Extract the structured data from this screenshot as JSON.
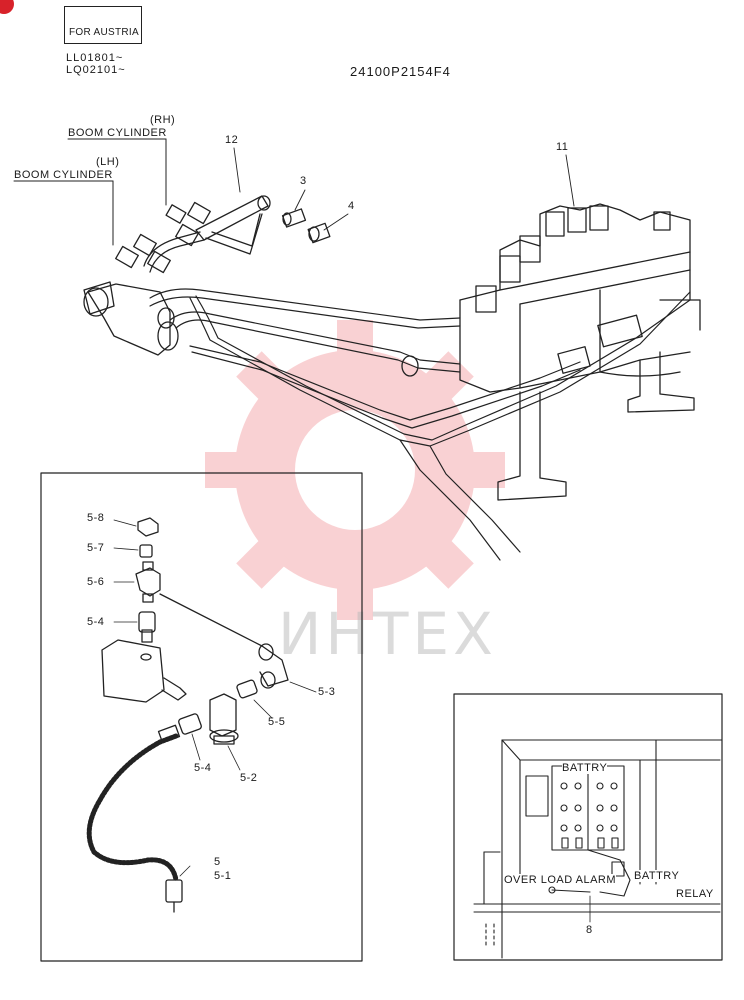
{
  "header": {
    "variant_tag": "FOR AUSTRIA",
    "serial_1": "LL01801~",
    "serial_2": "LQ02101~",
    "drawing_number": "24100P2154F4"
  },
  "callouts": {
    "rh": "(RH)",
    "boom_cylinder_rh": "BOOM CYLINDER",
    "lh": "(LH)",
    "boom_cylinder_lh": "BOOM CYLINDER",
    "p12": "12",
    "p3": "3",
    "p4": "4",
    "p11": "11"
  },
  "detail_a": {
    "p5_8": "5-8",
    "p5_7": "5-7",
    "p5_6": "5-6",
    "p5_4_top": "5-4",
    "p5_3": "5-3",
    "p5_5": "5-5",
    "p5_4_bottom": "5-4",
    "p5_2": "5-2",
    "p5": "5",
    "p5_1": "5-1"
  },
  "detail_b": {
    "battery_top": "BATTRY",
    "overload_alarm": "OVER LOAD ALARM",
    "battery_relay_1": "BATTRY",
    "battery_relay_2": "RELAY",
    "p8": "8"
  },
  "watermark": {
    "text": "ИНТЕХ",
    "color": "#e8323a"
  }
}
